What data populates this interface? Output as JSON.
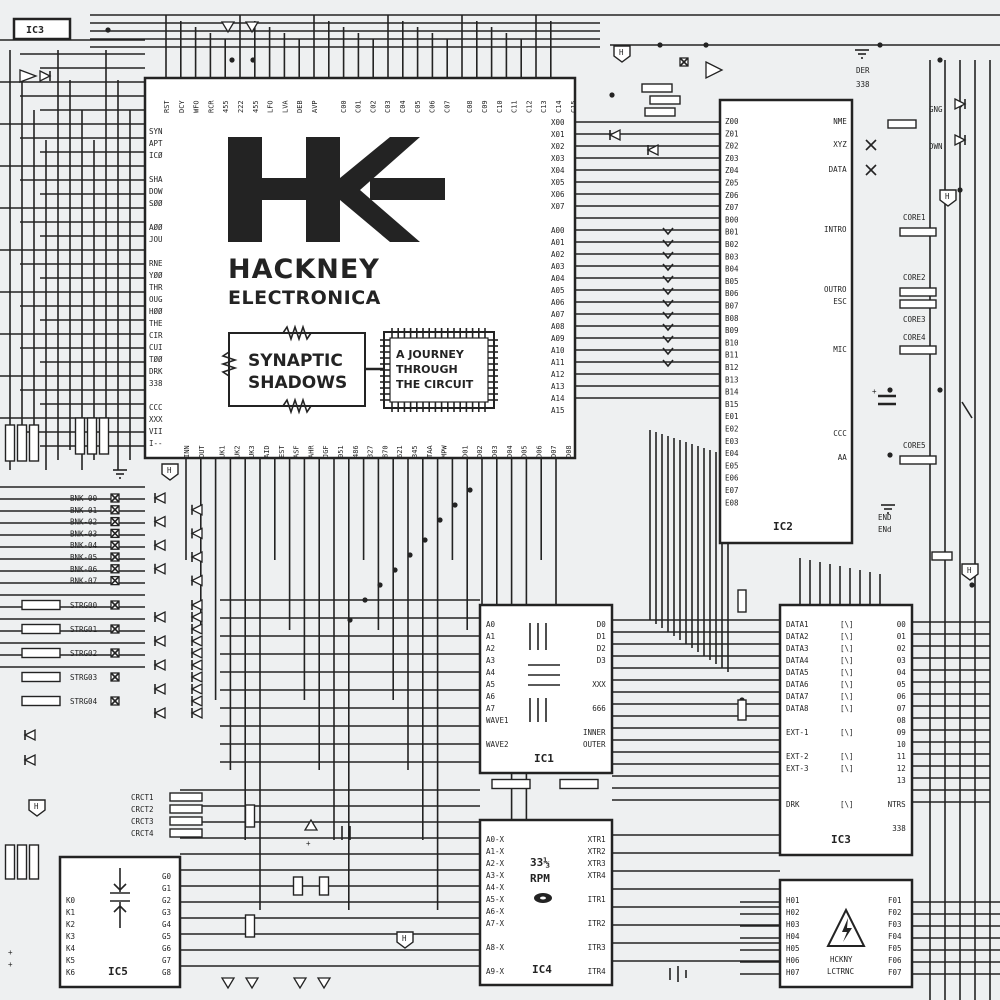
{
  "colors": {
    "ink": "#232323",
    "paper": "#eef0f1",
    "chip": "#ffffff"
  },
  "brand": {
    "logo": "HK",
    "line1": "HACKNEY",
    "line2": "ELECTRONICA"
  },
  "title": {
    "line1": "SYNAPTIC",
    "line2": "SHADOWS"
  },
  "subtitle": {
    "line1": "A JOURNEY",
    "line2": "THROUGH",
    "line3": "THE CIRCUIT"
  },
  "corner_label": "IC3",
  "der": {
    "line1": "DER",
    "line2": "338"
  },
  "end": {
    "line1": "END",
    "line2": "ENd"
  },
  "main_chip": {
    "top": [
      "RST",
      "DCY",
      "WFO",
      "RCR",
      "455",
      "222",
      "455",
      "LFO",
      "LVA",
      "DEB",
      "AVP",
      "C00",
      "C01",
      "C02",
      "C03",
      "C04",
      "C05",
      "C06",
      "C07",
      "C08",
      "C09",
      "C10",
      "C11",
      "C12",
      "C13",
      "C14",
      "C15"
    ],
    "left": [
      "SYN",
      "APT",
      "ICØ",
      "SHA",
      "DOW",
      "SØØ",
      "AØØ",
      "JOU",
      "RNE",
      "YØØ",
      "THR",
      "OUG",
      "HØØ",
      "THE",
      "CIR",
      "CUI",
      "TØØ",
      "DRK",
      "338",
      "CCC",
      "XXX",
      "VII",
      "I--"
    ],
    "right": [
      "X00",
      "X01",
      "X02",
      "X03",
      "X04",
      "X05",
      "X06",
      "X07",
      "A00",
      "A01",
      "A02",
      "A03",
      "A04",
      "A05",
      "A06",
      "A07",
      "A08",
      "A09",
      "A10",
      "A11",
      "A12",
      "A13",
      "A14",
      "A15"
    ],
    "bottom": [
      "INN",
      "OUT",
      "UK1",
      "UK2",
      "UK3",
      "AID",
      "EST",
      "ASF",
      "AHR",
      "JGF",
      "051",
      "486",
      "327",
      "870",
      "621",
      "345",
      "TAA",
      "MPW",
      "D01",
      "D02",
      "D03",
      "D04",
      "D05",
      "D06",
      "D07",
      "D08"
    ]
  },
  "ic2": {
    "name": "IC2",
    "left": [
      "Z00",
      "Z01",
      "Z02",
      "Z03",
      "Z04",
      "Z05",
      "Z06",
      "Z07",
      "B00",
      "B01",
      "B02",
      "B03",
      "B04",
      "B05",
      "B06",
      "B07",
      "B08",
      "B09",
      "B10",
      "B11",
      "B12",
      "B13",
      "B14",
      "B15",
      "E01",
      "E02",
      "E03",
      "E04",
      "E05",
      "E06",
      "E07",
      "E08"
    ],
    "right": [
      "NME",
      "XYZ",
      "DATA",
      "INTRO",
      "OUTRO",
      "ESC",
      "MIC",
      "CCC",
      "AA"
    ]
  },
  "right_labels": {
    "gng": "GNG",
    "dwn": "DWN",
    "core": [
      "CORE1",
      "CORE2",
      "CORE3",
      "CORE4",
      "CORE5"
    ]
  },
  "ic1": {
    "name": "IC1",
    "left": [
      "A0",
      "A1",
      "A2",
      "A3",
      "A4",
      "A5",
      "A6",
      "A7",
      "WAVE1",
      "WAVE2"
    ],
    "right": [
      "D0",
      "D1",
      "D2",
      "D3",
      "XXX",
      "666",
      "INNER",
      "OUTER"
    ]
  },
  "ic3": {
    "name": "IC3",
    "left": [
      "DATA1",
      "DATA2",
      "DATA3",
      "DATA4",
      "DATA5",
      "DATA6",
      "DATA7",
      "DATA8",
      "EXT-1",
      "EXT-2",
      "EXT-3",
      "DRK"
    ],
    "mid": "[\\]",
    "right": [
      "00",
      "01",
      "02",
      "03",
      "04",
      "05",
      "06",
      "07",
      "08",
      "09",
      "10",
      "11",
      "12",
      "13",
      "NTRS",
      "338"
    ]
  },
  "ic4": {
    "name": "IC4",
    "left": [
      "A0-X",
      "A1-X",
      "A2-X",
      "A3-X",
      "A4-X",
      "A5-X",
      "A6-X",
      "A7-X",
      "A8-X",
      "A9-X"
    ],
    "right": [
      "XTR1",
      "XTR2",
      "XTR3",
      "XTR4",
      "ITR1",
      "ITR2",
      "ITR3",
      "ITR4"
    ],
    "center1": "33⅓",
    "center2": "RPM"
  },
  "ic5": {
    "name": "IC5",
    "left": [
      "K0",
      "K1",
      "K2",
      "K3",
      "K4",
      "K5",
      "K6"
    ],
    "right": [
      "G0",
      "G1",
      "G2",
      "G3",
      "G4",
      "G5",
      "G6",
      "G7",
      "G8"
    ]
  },
  "hk_chip": {
    "name1": "HCKNY",
    "name2": "LCTRNC",
    "left": [
      "H01",
      "H02",
      "H03",
      "H04",
      "H05",
      "H06",
      "H07"
    ],
    "right": [
      "F01",
      "F02",
      "F03",
      "F04",
      "F05",
      "F06",
      "F07"
    ]
  },
  "bnk": [
    "BNK-00",
    "BNK-01",
    "BNK-02",
    "BNK-03",
    "BNK-04",
    "BNK-05",
    "BNK-06",
    "BNK-07"
  ],
  "strg": [
    "STRG00",
    "STRG01",
    "STRG02",
    "STRG03",
    "STRG04"
  ],
  "crct": [
    "CRCT1",
    "CRCT2",
    "CRCT3",
    "CRCT4"
  ],
  "h_badge": "H"
}
